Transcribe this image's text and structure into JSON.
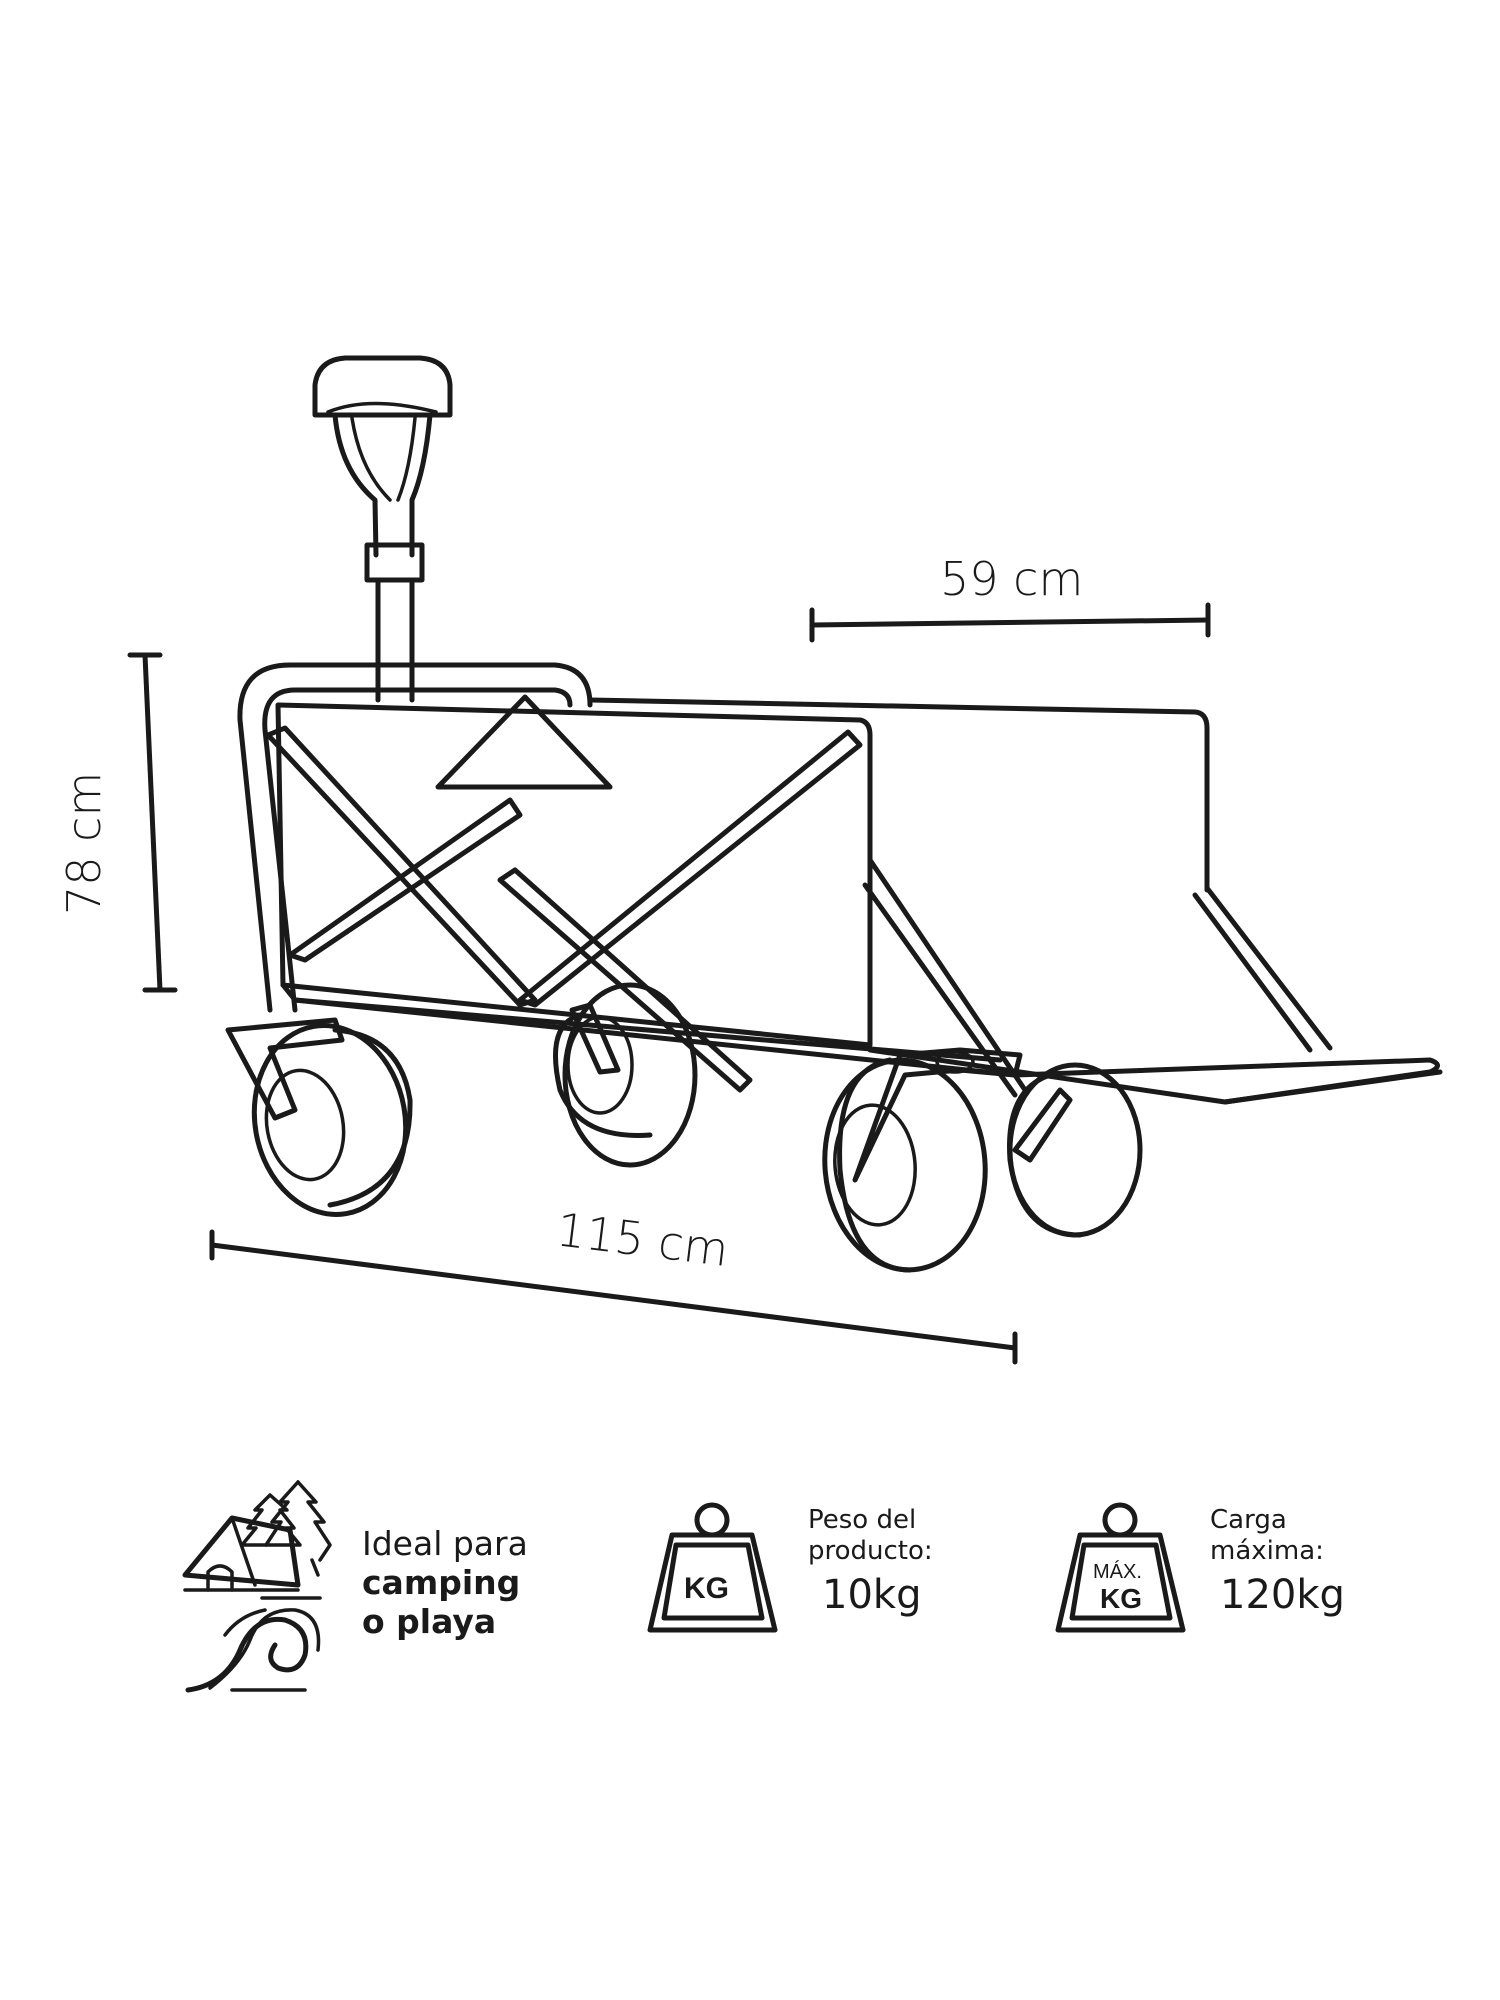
{
  "dimensions": {
    "width": "59 cm",
    "height": "78 cm",
    "length": "115 cm"
  },
  "features": {
    "use": {
      "icon": "camping-beach-icon",
      "line1": "Ideal para",
      "line2": "camping",
      "line3": "o playa"
    },
    "weight": {
      "icon": "weight-kg-icon",
      "icon_text": "KG",
      "label1": "Peso del",
      "label2": "producto:",
      "value": "10kg"
    },
    "max_load": {
      "icon": "weight-max-kg-icon",
      "icon_text1": "MÁX.",
      "icon_text2": "KG",
      "label1": "Carga",
      "label2": "máxima:",
      "value": "120kg"
    }
  },
  "colors": {
    "line": "#1a1a1a",
    "background": "#ffffff"
  }
}
